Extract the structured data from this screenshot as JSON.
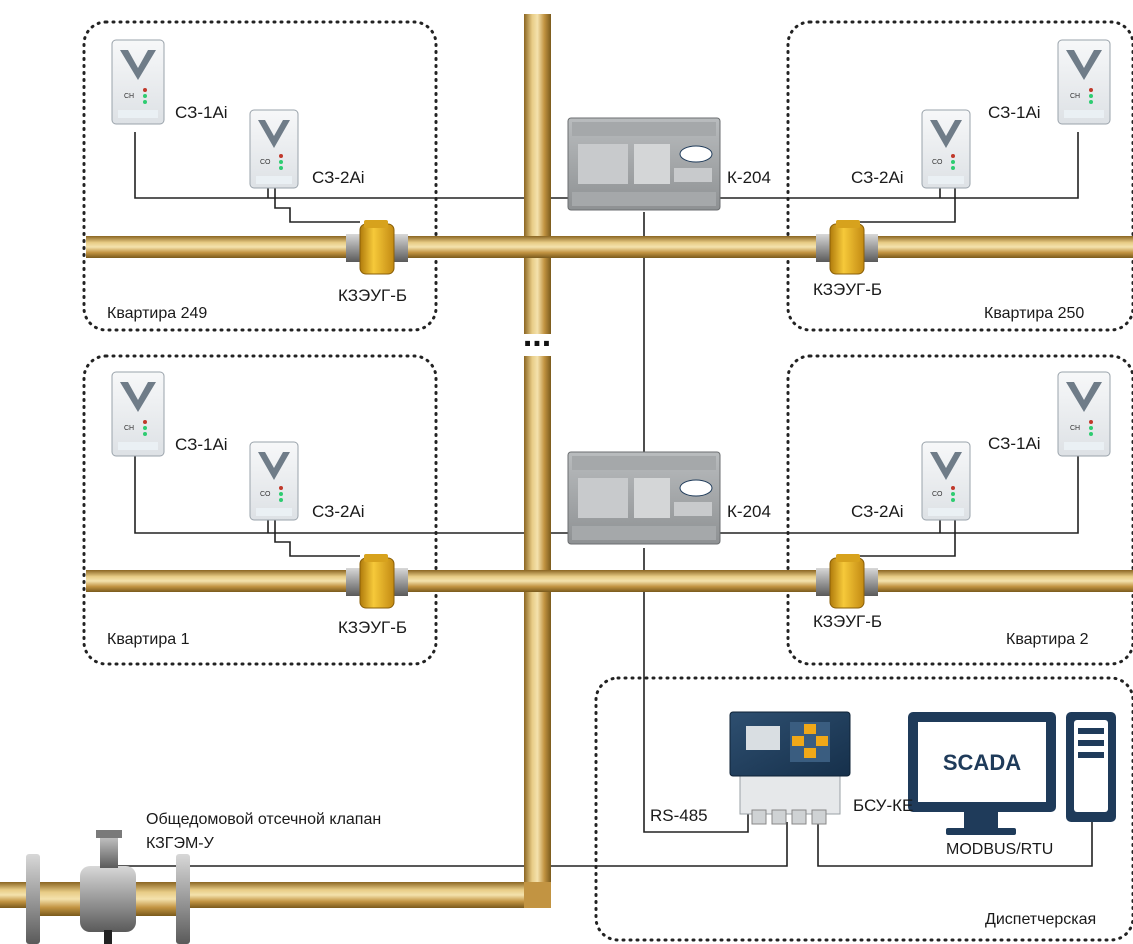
{
  "apartments": [
    {
      "id": "apt249",
      "label": "Квартира 249"
    },
    {
      "id": "apt250",
      "label": "Квартира 250"
    },
    {
      "id": "apt1",
      "label": "Квартира 1"
    },
    {
      "id": "apt2",
      "label": "Квартира 2"
    }
  ],
  "devices": {
    "sensor_ch": "СЗ-1Аi",
    "sensor_co": "СЗ-2Аi",
    "valve": "КЗЭУГ-Б",
    "controller": "К-204",
    "main_valve": "Общедомовой отсечной клапан",
    "main_valve_model": "КЗГЭМ-У",
    "bsu": "БСУ-КЕ",
    "bus": "RS-485",
    "protocol": "MODBUS/RTU",
    "scada": "SCADA",
    "ellipsis": "..."
  },
  "rooms": {
    "dispatch": "Диспетчерская"
  },
  "sensor_glyphs": {
    "ch": "CH",
    "co": "CO"
  },
  "colors": {
    "pipe_main": "#c9a04e",
    "pipe_light": "#f2dfa6",
    "pipe_dark": "#8a6522",
    "valve_yellow": "#e8b21e",
    "dark_navy": "#1f3b5a",
    "wire": "#222222"
  }
}
